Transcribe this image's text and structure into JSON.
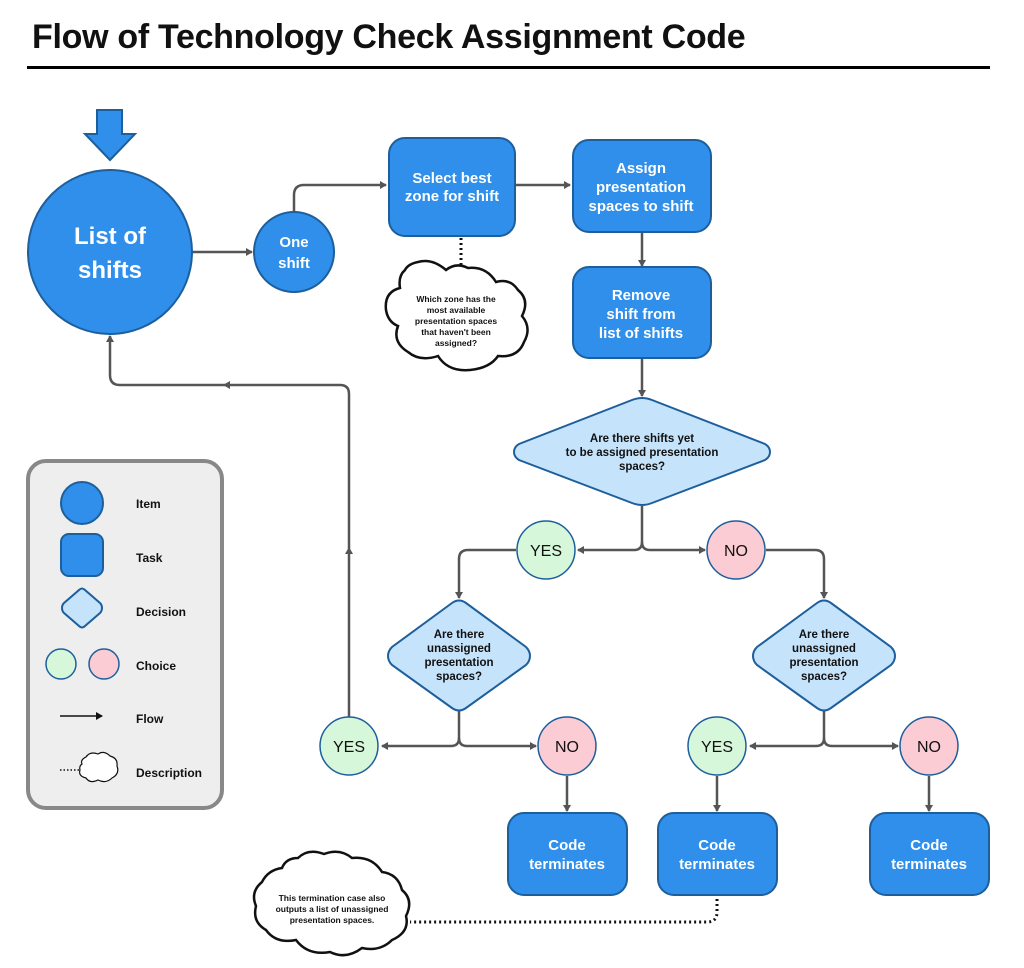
{
  "title": "Flow of Technology Check Assignment Code",
  "colors": {
    "item": "#2f8fea",
    "task": "#2f8fea",
    "decision": "#c5e3fb",
    "yes": "#d6f7d9",
    "no": "#fbccd4",
    "flow": "#555555",
    "legend_bg": "#eeeeee",
    "legend_border": "#888888"
  },
  "nodes": {
    "list_of_shifts": [
      "List of",
      "shifts"
    ],
    "one_shift": [
      "One",
      "shift"
    ],
    "select_zone": [
      "Select best",
      "zone for shift"
    ],
    "assign_spaces": [
      "Assign",
      "presentation",
      "spaces to shift"
    ],
    "remove_shift": [
      "Remove",
      "shift from",
      "list of shifts"
    ],
    "decision_shifts": [
      "Are there shifts yet",
      "to be assigned presentation",
      "spaces?"
    ],
    "decision_left": [
      "Are there",
      "unassigned",
      "presentation",
      "spaces?"
    ],
    "decision_right": [
      "Are there",
      "unassigned",
      "presentation",
      "spaces?"
    ],
    "terminate_1": [
      "Code",
      "terminates"
    ],
    "terminate_2": [
      "Code",
      "terminates"
    ],
    "terminate_3": [
      "Code",
      "terminates"
    ]
  },
  "choices": {
    "yes": "YES",
    "no": "NO"
  },
  "clouds": {
    "zone_description": [
      "Which zone has the",
      "most available",
      "presentation spaces",
      "that haven't been",
      "assigned?"
    ],
    "termination_description": [
      "This termination case also",
      "outputs a list of unassigned",
      "presentation spaces."
    ]
  },
  "legend": {
    "item": "Item",
    "task": "Task",
    "decision": "Decision",
    "choice": "Choice",
    "flow": "Flow",
    "description": "Description"
  },
  "icons": {
    "start": "down-arrow-icon"
  }
}
